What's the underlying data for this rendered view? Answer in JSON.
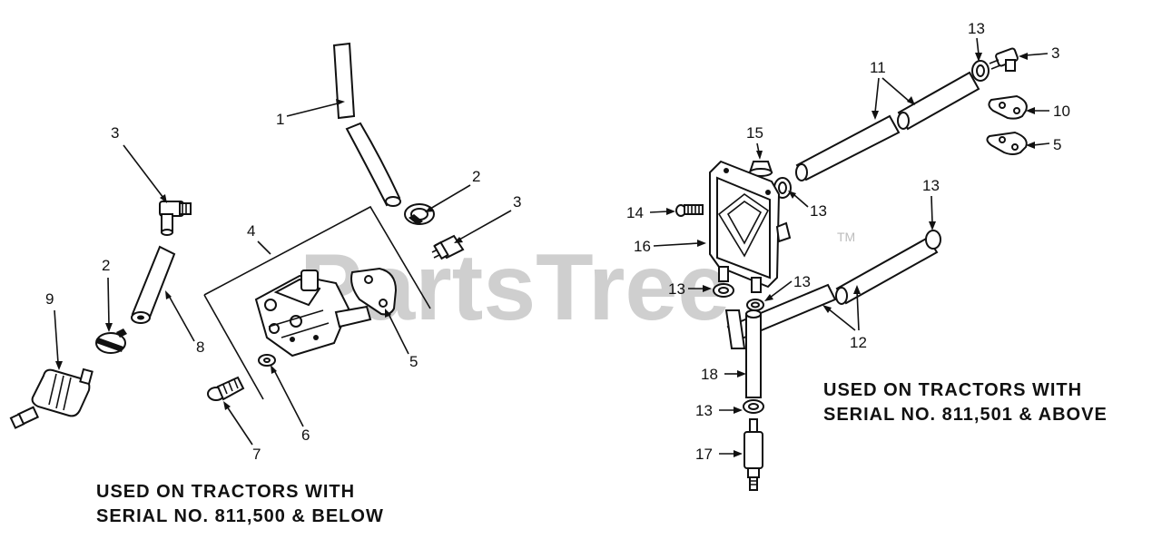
{
  "watermark": {
    "text": "PartsTree",
    "trademark": "TM"
  },
  "left_assembly": {
    "caption_line1": "USED ON TRACTORS WITH",
    "caption_line2": "SERIAL NO. 811,500 & BELOW",
    "callouts": [
      "1",
      "2",
      "3",
      "3",
      "4",
      "2",
      "8",
      "9",
      "5",
      "6",
      "7"
    ]
  },
  "right_assembly": {
    "caption_line1": "USED ON TRACTORS WITH",
    "caption_line2": "SERIAL NO. 811,501 & ABOVE",
    "callouts": [
      "13",
      "3",
      "11",
      "10",
      "5",
      "15",
      "13",
      "14",
      "16",
      "13",
      "13",
      "13",
      "12",
      "18",
      "13",
      "17"
    ]
  }
}
